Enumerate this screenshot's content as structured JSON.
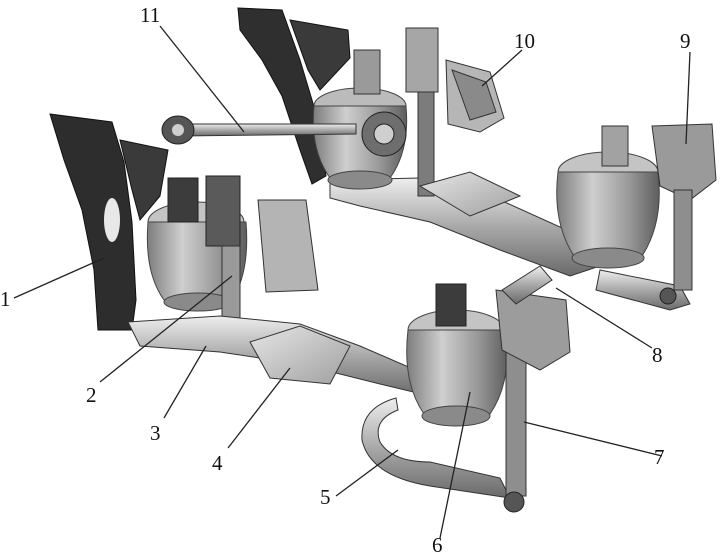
{
  "callouts": [
    {
      "id": "1",
      "text": "1"
    },
    {
      "id": "2",
      "text": "2"
    },
    {
      "id": "3",
      "text": "3"
    },
    {
      "id": "4",
      "text": "4"
    },
    {
      "id": "5",
      "text": "5"
    },
    {
      "id": "6",
      "text": "6"
    },
    {
      "id": "7",
      "text": "7"
    },
    {
      "id": "8",
      "text": "8"
    },
    {
      "id": "9",
      "text": "9"
    },
    {
      "id": "10",
      "text": "10"
    },
    {
      "id": "11",
      "text": "11"
    }
  ],
  "colors": {
    "metal_dark": "#2f2f2f",
    "metal_mid": "#8c8c8c",
    "metal_light": "#d2d2d2",
    "airbag": "#a9a9a9",
    "line": "#222222"
  }
}
